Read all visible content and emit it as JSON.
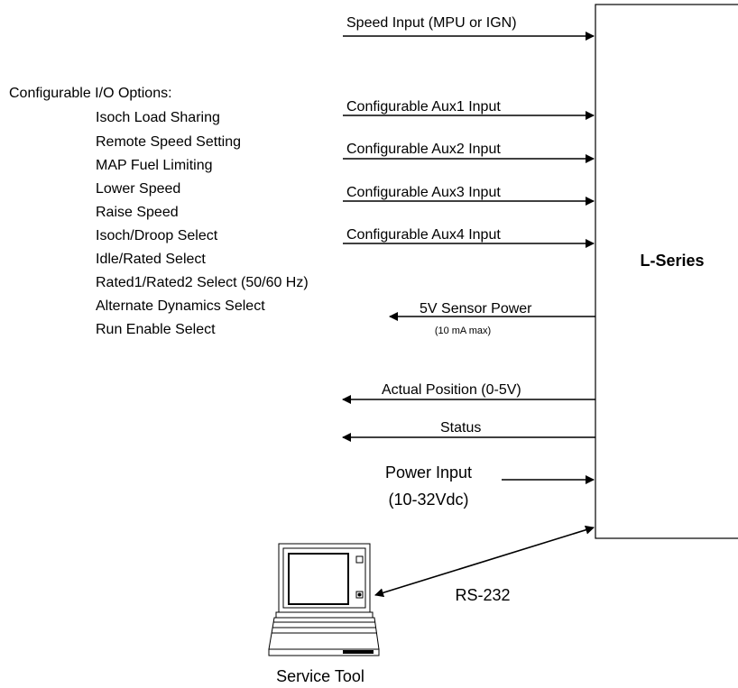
{
  "io_options": {
    "title": "Configurable I/O Options:",
    "items": [
      "Isoch Load Sharing",
      "Remote Speed Setting",
      "MAP Fuel Limiting",
      "Lower Speed",
      "Raise Speed",
      "Isoch/Droop Select",
      "Idle/Rated Select",
      "Rated1/Rated2 Select (50/60 Hz)",
      "Alternate Dynamics Select",
      "Run Enable Select"
    ]
  },
  "controller": {
    "label": "L-Series"
  },
  "signals": {
    "speed_input": "Speed Input (MPU or IGN)",
    "aux1": "Configurable Aux1 Input",
    "aux2": "Configurable Aux2 Input",
    "aux3": "Configurable Aux3 Input",
    "aux4": "Configurable Aux4 Input",
    "sensor_power": "5V Sensor Power",
    "sensor_power_note": "(10 mA max)",
    "actual_position": "Actual Position (0-5V)",
    "status": "Status",
    "power_input_line1": "Power Input",
    "power_input_line2": "(10-32Vdc)",
    "rs232": "RS-232"
  },
  "service_tool": {
    "label": "Service Tool"
  }
}
